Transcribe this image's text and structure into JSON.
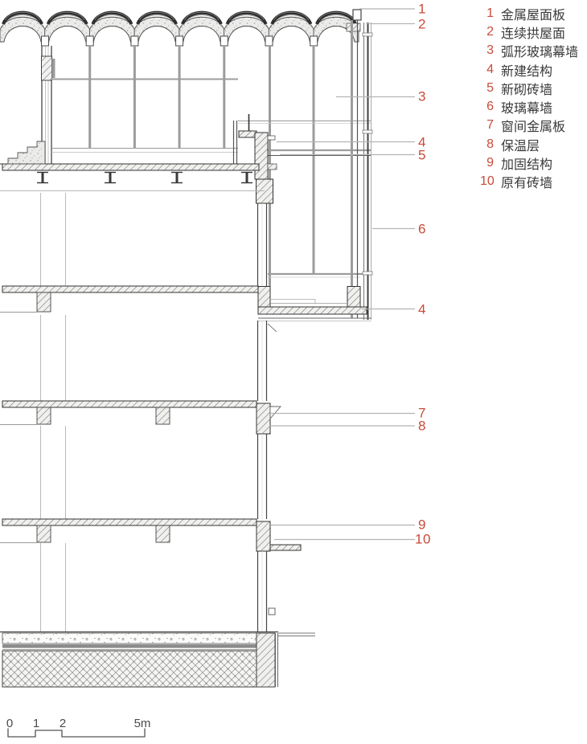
{
  "accent_color": "#c84b3a",
  "legend": {
    "items": [
      {
        "num": "1",
        "label": "金属屋面板"
      },
      {
        "num": "2",
        "label": "连续拱屋面"
      },
      {
        "num": "3",
        "label": "弧形玻璃幕墙"
      },
      {
        "num": "4",
        "label": "新建结构"
      },
      {
        "num": "5",
        "label": "新砌砖墙"
      },
      {
        "num": "6",
        "label": "玻璃幕墙"
      },
      {
        "num": "7",
        "label": "窗间金属板"
      },
      {
        "num": "8",
        "label": "保温层"
      },
      {
        "num": "9",
        "label": "加固结构"
      },
      {
        "num": "10",
        "label": "原有砖墙"
      }
    ]
  },
  "callouts": [
    "1",
    "2",
    "3",
    "4",
    "5",
    "6",
    "4",
    "7",
    "8",
    "9",
    "10"
  ],
  "scale_bar": {
    "labels": [
      "0",
      "1",
      "2",
      "5m"
    ]
  }
}
